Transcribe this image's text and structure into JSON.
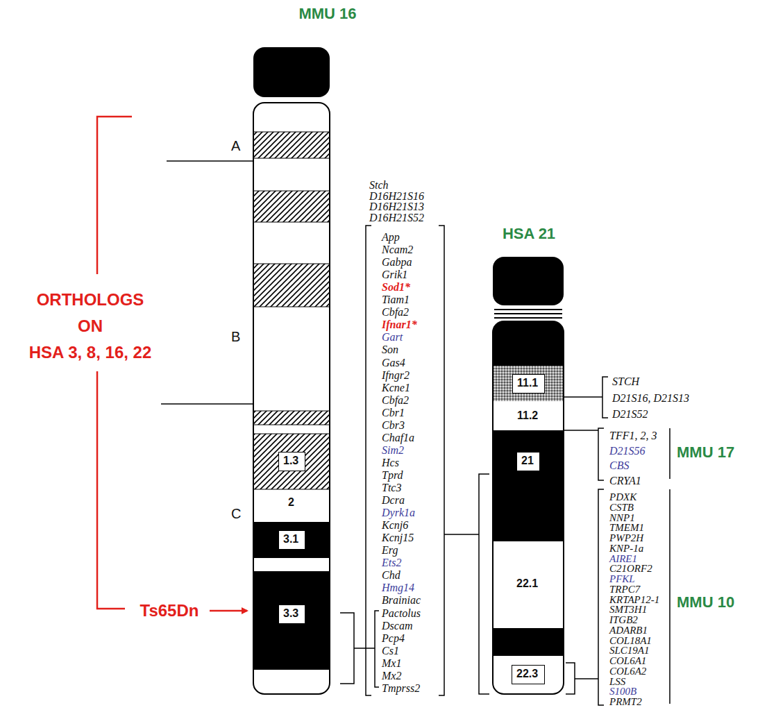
{
  "diagram": {
    "nodes": [
      {
        "text": [
          "1.3"
        ]
      },
      {
        "text": [
          "2"
        ]
      },
      {
        "text": [
          "3.1"
        ]
      },
      {
        "text": [
          "3.3"
        ]
      },
      {
        "text": [
          "11.1"
        ]
      },
      {
        "text": [
          "11.2"
        ]
      },
      {
        "text": [
          "21"
        ]
      },
      {
        "text": [
          "22.1"
        ]
      },
      {
        "text": [
          "22.3"
        ]
      }
    ],
    "labels": [
      "MMU 16",
      "HSA 21",
      "ORTHOLOGS",
      "ON",
      "HSA 3, 8, 16, 22",
      "Ts65Dn",
      "A",
      "B",
      "C",
      "Stch",
      "D16H21S16",
      "D16H21S13",
      "D16H21S52",
      "App",
      "Ncam2",
      "Gabpa",
      "Grik1",
      "Sod1*",
      "Tiam1",
      "Cbfa2",
      "Ifnar1*",
      "Gart",
      "Son",
      "Gas4",
      "Ifngr2",
      "Kcne1",
      "Cbfa2",
      "Cbr1",
      "Cbr3",
      "Chaf1a",
      "Sim2",
      "Hcs",
      "Tprd",
      "Ttc3",
      "Dcra",
      "Dyrk1a",
      "Kcnj6",
      "Kcnj15",
      "Erg",
      "Ets2",
      "Chd",
      "Hmg14",
      "Brainiac",
      "Pactolus",
      "Dscam",
      "Pcp4",
      "Cs1",
      "Mx1",
      "Mx2",
      "Tmprss2",
      "STCH",
      "D21S16, D21S13",
      "D21S52",
      "TFF1, 2, 3",
      "D21S56",
      "CBS",
      "CRYA1",
      "MMU 17",
      "PDXK",
      "CSTB",
      "NNP1",
      "TMEM1",
      "PWP2H",
      "KNP-1a",
      "AIRE1",
      "C21ORF2",
      "PFKL",
      "TRPC7",
      "KRTAP12-1",
      "SMT3H1",
      "ITGB2",
      "ADARB1",
      "COL18A1",
      "SLC19A1",
      "COL6A1",
      "COL6A2",
      "LSS",
      "S100B",
      "PRMT2",
      "MMU 10"
    ]
  }
}
